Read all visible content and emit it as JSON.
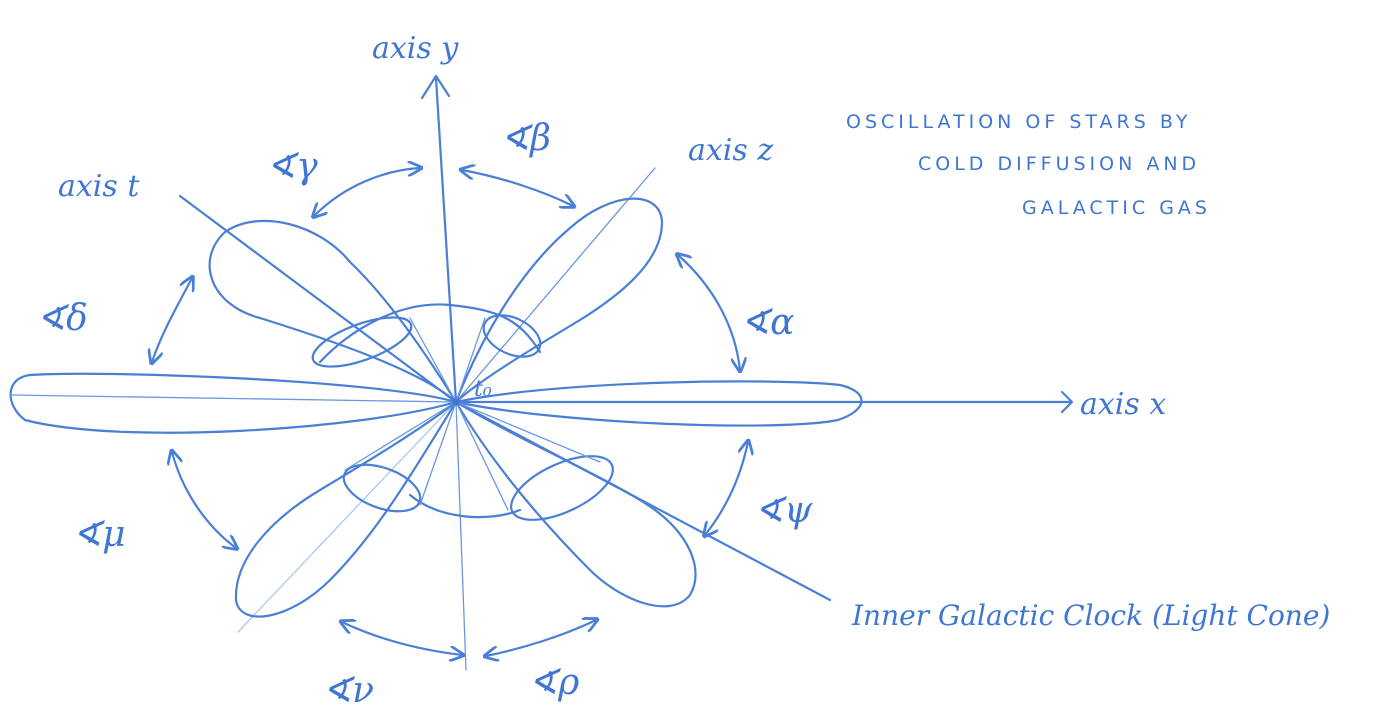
{
  "title_lines": [
    "OSCILLATION OF STARS BY",
    "COLD DIFFUSION AND",
    "GALACTIC GAS"
  ],
  "axis_labels": {
    "y": "axis y",
    "z": "axis z",
    "t": "axis t",
    "x": "axis x",
    "origin": "t₀"
  },
  "angle_labels": {
    "gamma": "∢γ",
    "beta": "∢β",
    "alpha": "∢α",
    "delta": "∢δ",
    "mu": "∢μ",
    "psi": "∢ψ",
    "nu": "∢ν",
    "rho": "∢ρ"
  },
  "clock_label": "Inner Galactic Clock (Light Cone)",
  "colors": {
    "ink": "#4a7fd6"
  }
}
